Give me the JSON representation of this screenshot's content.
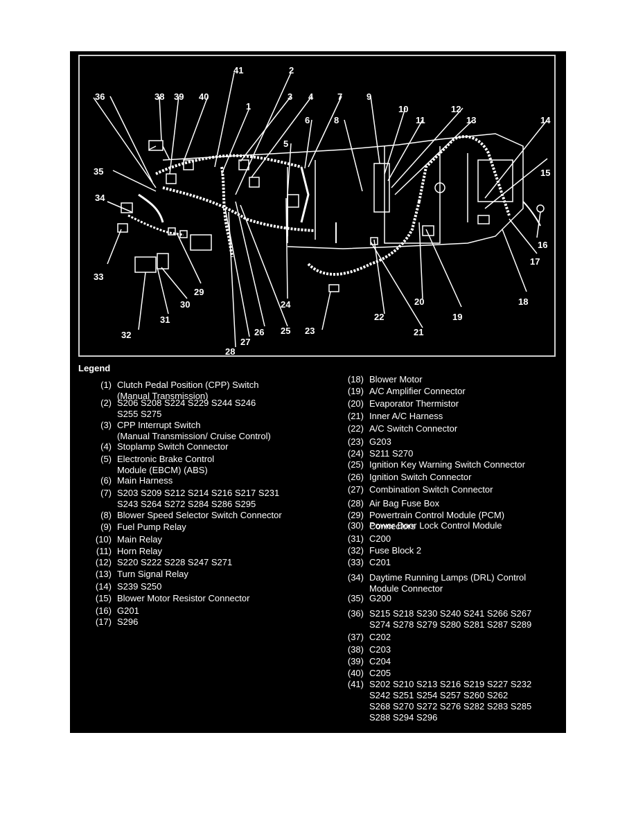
{
  "diagram": {
    "callouts": [
      "41",
      "2",
      "36",
      "38",
      "39",
      "40",
      "1",
      "3",
      "4",
      "7",
      "9",
      "6",
      "8",
      "10",
      "11",
      "12",
      "13",
      "14",
      "5",
      "35",
      "15",
      "34",
      "16",
      "17",
      "33",
      "18",
      "29",
      "30",
      "24",
      "20",
      "31",
      "22",
      "19",
      "32",
      "23",
      "21",
      "25",
      "26",
      "27",
      "28"
    ]
  },
  "legend": {
    "title": "Legend",
    "left": [
      {
        "num": "(1)",
        "lines": [
          "Clutch Pedal Position (CPP) Switch",
          "(Manual Transmission)"
        ]
      },
      {
        "num": "(2)",
        "lines": [
          "S206 S208 S224 S229 S244 S246",
          "S255 S275"
        ]
      },
      {
        "num": "(3)",
        "lines": [
          "CPP Interrupt Switch",
          "(Manual Transmission/ Cruise Control)"
        ]
      },
      {
        "num": "(4)",
        "lines": [
          "Stoplamp Switch Connector"
        ]
      },
      {
        "num": "(5)",
        "lines": [
          "Electronic Brake Control",
          "Module (EBCM) (ABS)"
        ]
      },
      {
        "num": "(6)",
        "lines": [
          "Main Harness"
        ]
      },
      {
        "num": "(7)",
        "lines": [
          "S203 S209 S212 S214 S216 S217 S231",
          "S243 S264 S272 S284 S286 S295"
        ]
      },
      {
        "num": "(8)",
        "lines": [
          "Blower Speed Selector Switch Connector"
        ]
      },
      {
        "num": "(9)",
        "lines": [
          "Fuel Pump Relay"
        ]
      },
      {
        "num": "(10)",
        "lines": [
          "Main Relay"
        ]
      },
      {
        "num": "(11)",
        "lines": [
          "Horn Relay"
        ]
      },
      {
        "num": "(12)",
        "lines": [
          "S220 S222 S228 S247 S271"
        ]
      },
      {
        "num": "(13)",
        "lines": [
          "Turn Signal Relay"
        ]
      },
      {
        "num": "(14)",
        "lines": [
          "S239 S250"
        ]
      },
      {
        "num": "(15)",
        "lines": [
          "Blower Motor Resistor Connector"
        ]
      },
      {
        "num": "(16)",
        "lines": [
          "G201"
        ]
      },
      {
        "num": "(17)",
        "lines": [
          "S296"
        ]
      }
    ],
    "right": [
      {
        "num": "(18)",
        "lines": [
          "Blower Motor"
        ]
      },
      {
        "num": "(19)",
        "lines": [
          "A/C Amplifier Connector"
        ]
      },
      {
        "num": "(20)",
        "lines": [
          "Evaporator Thermistor"
        ]
      },
      {
        "num": "(21)",
        "lines": [
          "Inner A/C Harness"
        ]
      },
      {
        "num": "(22)",
        "lines": [
          "A/C Switch Connector"
        ]
      },
      {
        "num": "(23)",
        "lines": [
          "G203"
        ]
      },
      {
        "num": "(24)",
        "lines": [
          "S211 S270"
        ]
      },
      {
        "num": "(25)",
        "lines": [
          "Ignition Key Warning Switch Connector"
        ]
      },
      {
        "num": "(26)",
        "lines": [
          "Ignition Switch Connector"
        ]
      },
      {
        "num": "(27)",
        "lines": [
          "Combination Switch Connector"
        ]
      },
      {
        "num": "(28)",
        "lines": [
          "Air Bag Fuse Box"
        ]
      },
      {
        "num": "(29)",
        "lines": [
          "Powertrain Control Module (PCM)",
          "Connectors"
        ]
      },
      {
        "num": "(30)",
        "lines": [
          "Power Door Lock Control Module"
        ]
      },
      {
        "num": "(31)",
        "lines": [
          "C200"
        ]
      },
      {
        "num": "(32)",
        "lines": [
          "Fuse Block 2"
        ]
      },
      {
        "num": "(33)",
        "lines": [
          "C201"
        ]
      },
      {
        "num": "(34)",
        "lines": [
          "Daytime Running Lamps (DRL) Control",
          "Module Connector"
        ]
      },
      {
        "num": "(35)",
        "lines": [
          "G200"
        ]
      },
      {
        "num": "(36)",
        "lines": [
          "S215 S218 S230 S240 S241 S266 S267",
          "S274 S278 S279 S280 S281 S287 S289"
        ]
      },
      {
        "num": "(37)",
        "lines": [
          "C202"
        ]
      },
      {
        "num": "(38)",
        "lines": [
          "C203"
        ]
      },
      {
        "num": "(39)",
        "lines": [
          "C204"
        ]
      },
      {
        "num": "(40)",
        "lines": [
          "C205"
        ]
      },
      {
        "num": "(41)",
        "lines": [
          "S202 S210 S213 S216 S219 S227 S232",
          "S242 S251 S254 S257 S260 S262",
          "S268 S270 S272 S276 S282 S283 S285",
          "S288 S294 S296"
        ]
      }
    ]
  }
}
